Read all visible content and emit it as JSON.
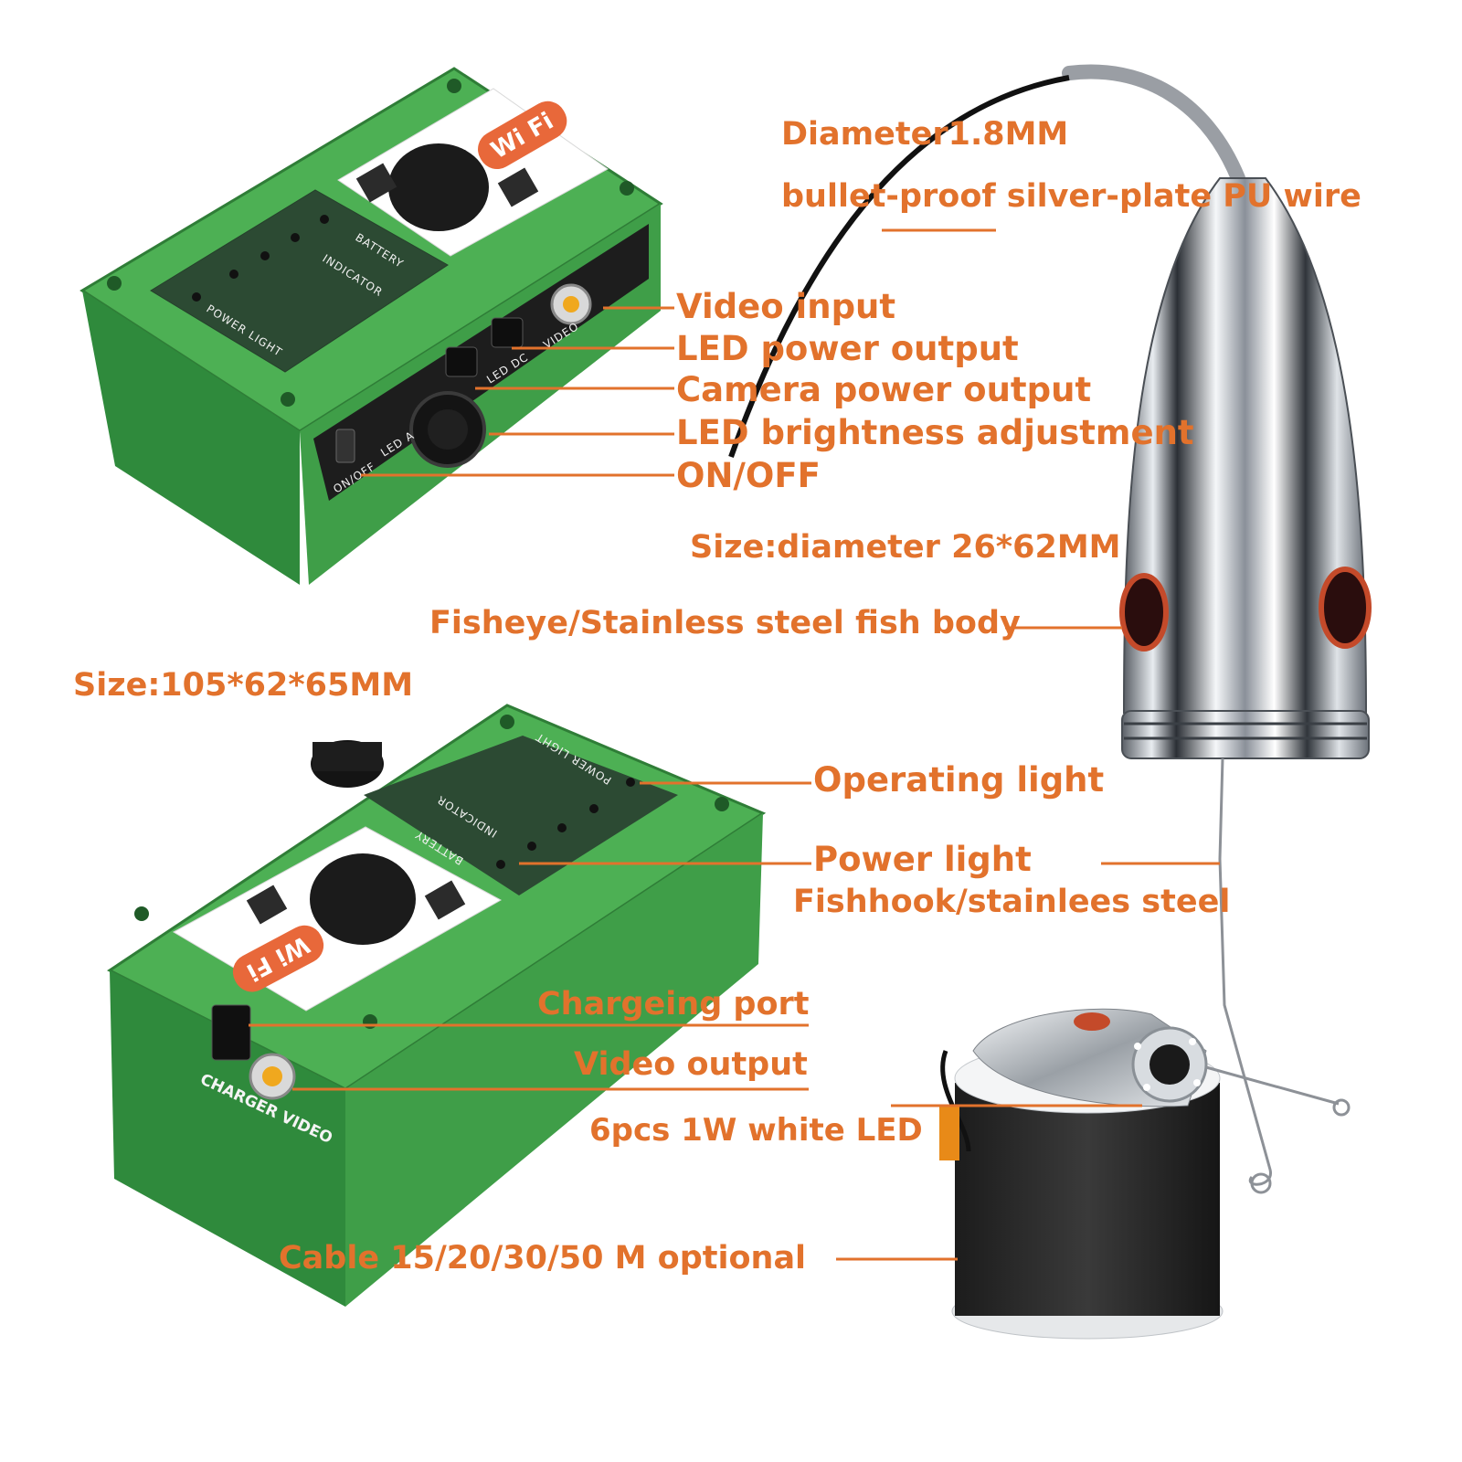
{
  "callouts": {
    "diameter": "Diameter1.8MM",
    "wire": "bullet-proof  silver-plate PU wire",
    "video_input": "Video input",
    "led_power_output": "LED power output",
    "camera_power_output": "Camera power output",
    "led_brightness": "LED brightness adjustment",
    "on_off": "ON/OFF",
    "camera_size": "Size:diameter 26*62MM",
    "fish_body": "Fisheye/Stainless steel fish body",
    "box_size": "Size:105*62*65MM",
    "operating_light": "Operating light",
    "power_light": "Power light",
    "fishhook": "Fishhook/stainlees steel",
    "charging_port": "Chargeing port",
    "video_output": "Video output",
    "white_led": "6pcs 1W white LED",
    "cable": "Cable 15/20/30/50 M optional"
  },
  "box_top": {
    "badge": "Wi Fi",
    "panel_battery": "BATTERY",
    "panel_indicator": "INDICATOR",
    "panel_power_light": "POWER LIGHT",
    "port_video": "VIDEO",
    "port_led_dc": "LED DC",
    "switch_label": "ON/OFF",
    "knob_label": "LED A"
  },
  "box_bottom": {
    "badge": "Wi Fi",
    "panel_battery": "BATTERY",
    "panel_indicator": "INDICATOR",
    "panel_power_light": "POWER LIGHT",
    "port_label": "CHARGER VIDEO"
  },
  "colors": {
    "label_orange": "#e2722c",
    "box_green": "#3a9a4a",
    "badge_orange": "#e8683a"
  }
}
